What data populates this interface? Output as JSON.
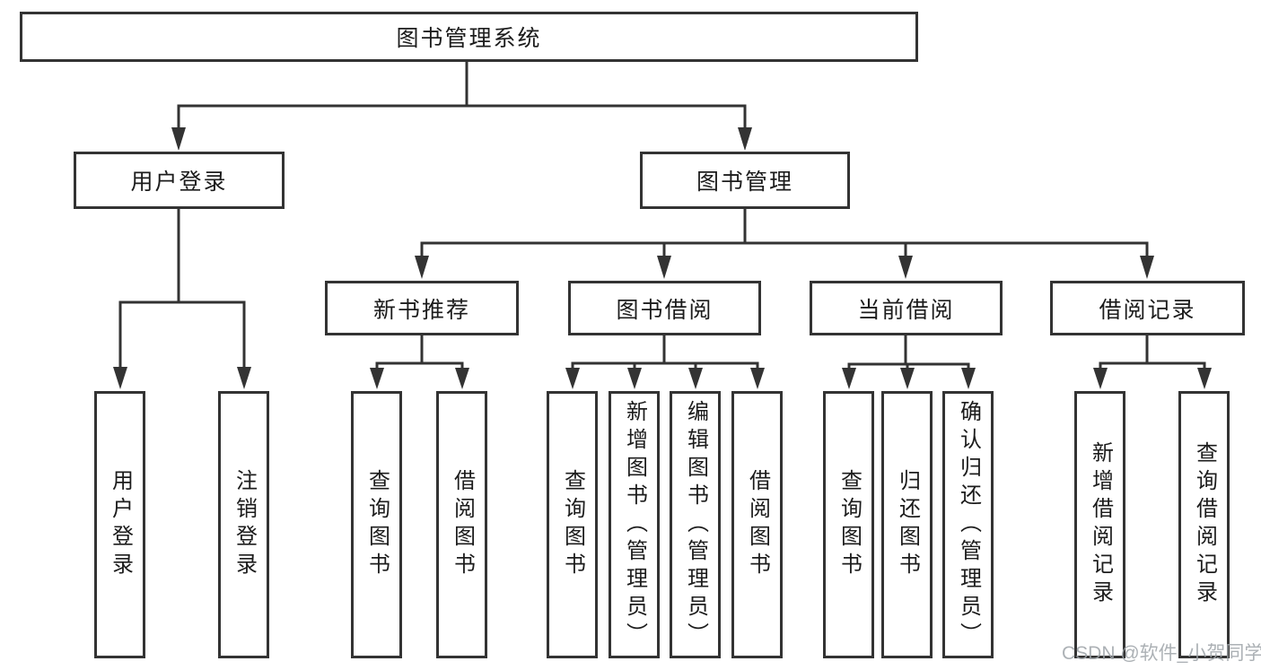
{
  "tree": {
    "root": {
      "label": "图书管理系统",
      "children": [
        {
          "label": "用户登录",
          "children": [
            {
              "label": "用户登录"
            },
            {
              "label": "注销登录"
            }
          ]
        },
        {
          "label": "图书管理",
          "children": [
            {
              "label": "新书推荐",
              "children": [
                {
                  "label": "查询图书"
                },
                {
                  "label": "借阅图书"
                }
              ]
            },
            {
              "label": "图书借阅",
              "children": [
                {
                  "label": "查询图书"
                },
                {
                  "label": "新增图书（管理员）"
                },
                {
                  "label": "编辑图书（管理员）"
                },
                {
                  "label": "借阅图书"
                }
              ]
            },
            {
              "label": "当前借阅",
              "children": [
                {
                  "label": "查询图书"
                },
                {
                  "label": "归还图书"
                },
                {
                  "label": "确认归还（管理员）"
                }
              ]
            },
            {
              "label": "借阅记录",
              "children": [
                {
                  "label": "新增借阅记录"
                },
                {
                  "label": "查询借阅记录"
                }
              ]
            }
          ]
        }
      ]
    }
  },
  "watermark": "CSDN @软件_小贺同学",
  "colors": {
    "line": "#333333",
    "text": "#1c1c1c",
    "background": "#ffffff",
    "watermark": "#9ea3a8"
  }
}
